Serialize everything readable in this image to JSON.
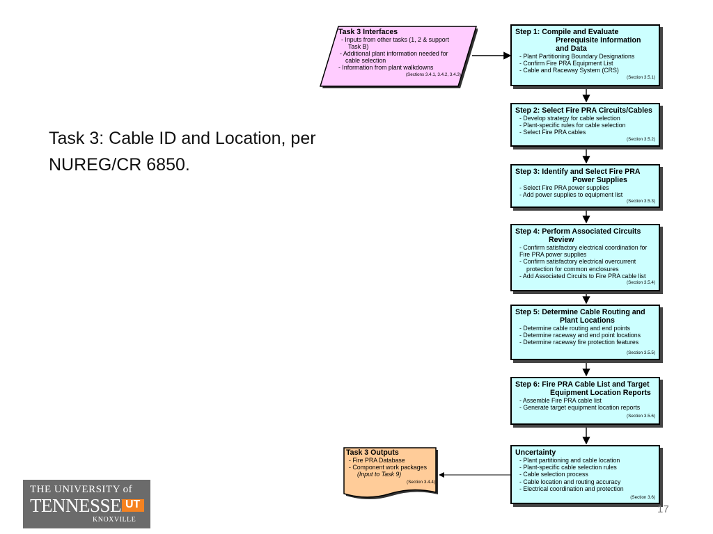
{
  "slide": {
    "title": "Task 3: Cable ID and Location, per NUREG/CR 6850.",
    "page_number": "17"
  },
  "logo": {
    "line1": "THE UNIVERSITY of",
    "line2": "TENNESSEE",
    "ut": "UT",
    "line3": "KNOXVILLE"
  },
  "inputs": {
    "title": "Task 3 Interfaces",
    "items": [
      "- Inputs from other tasks (1, 2 & support",
      "Task B)",
      "- Additional plant information needed for",
      "cable selection",
      "- Information from plant walkdowns"
    ],
    "ref": "(Sections 3.4.1, 3.4.2, 3.4.3)",
    "color": "#ffccff"
  },
  "steps": [
    {
      "title": "Step 1:  Compile and Evaluate",
      "title_cont": [
        "Prerequisite Information",
        "and Data"
      ],
      "items": [
        "- Plant Partitioning Boundary Designations",
        "- Confirm Fire PRA Equipment List",
        "- Cable and Raceway System (CRS)"
      ],
      "ref": "(Section 3.5.1)"
    },
    {
      "title": "Step 2: Select Fire PRA Circuits/Cables",
      "title_cont": [],
      "items": [
        "- Develop strategy for cable selection",
        "- Plant-specific rules for cable selection",
        "- Select Fire PRA cables"
      ],
      "ref": "(Section 3.5.2)"
    },
    {
      "title": "Step 3:  Identify and Select Fire PRA",
      "title_cont": [
        "Power Supplies"
      ],
      "items": [
        "- Select Fire PRA power supplies",
        "- Add power supplies to equipment list"
      ],
      "ref": "(Section 3.5.3)"
    },
    {
      "title": "Step 4:  Perform Associated Circuits",
      "title_cont": [
        "Review"
      ],
      "items": [
        "- Confirm satisfactory electrical coordination for",
        "Fire PRA power supplies",
        "- Confirm satisfactory electrical overcurrent",
        "protection for common enclosures",
        "- Add Associated Circuits to Fire PRA cable list"
      ],
      "ref": "(Section 3.5.4)"
    },
    {
      "title": "Step 5:  Determine Cable Routing and",
      "title_cont": [
        "Plant Locations"
      ],
      "items": [
        "- Determine cable routing and end points",
        "- Determine raceway and end point locations",
        "- Determine raceway fire protection features"
      ],
      "ref": "(Section 3.5.5)"
    },
    {
      "title": "Step 6:  Fire PRA Cable List and Target",
      "title_cont": [
        "Equipment Location Reports"
      ],
      "items": [
        "- Assemble Fire PRA cable list",
        "- Generate target equipment location reports"
      ],
      "ref": "(Section 3.5.6)"
    },
    {
      "title": "Uncertainty",
      "title_cont": [],
      "items": [
        "- Plant partitioning and cable location",
        "- Plant-specific cable selection rules",
        "- Cable selection process",
        "- Cable location and routing accuracy",
        "- Electrical coordination and protection"
      ],
      "ref": "(Section 3.6)"
    }
  ],
  "outputs": {
    "title": "Task 3 Outputs",
    "items": [
      "- Fire PRA Database",
      "- Component work packages",
      "(Input to Task 9)"
    ],
    "ref": "(Section 3.4.4)",
    "color": "#ffcc99"
  }
}
